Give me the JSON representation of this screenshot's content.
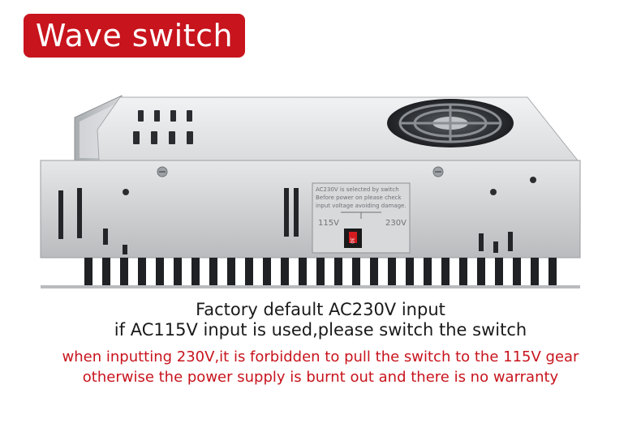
{
  "title": "Wave switch",
  "product": {
    "label_lines": [
      "AC230V is selected by switch",
      "Before power on please check",
      "input voltage avoiding damage."
    ],
    "switch_left_label": "115V",
    "switch_right_label": "230V",
    "switch_marking": "30"
  },
  "captions": {
    "line1": "Factory default AC230V input",
    "line2": "if AC115V input is used,please switch the switch",
    "warning1": "when inputting 230V,it is forbidden to pull the switch to the 115V gear",
    "warning2": "otherwise the power supply is burnt out and there is no warranty"
  },
  "colors": {
    "accent": "#c8141d",
    "warning_text": "#c8141d",
    "body_text": "#1a1a1a",
    "metal": "#c9cbcd"
  }
}
